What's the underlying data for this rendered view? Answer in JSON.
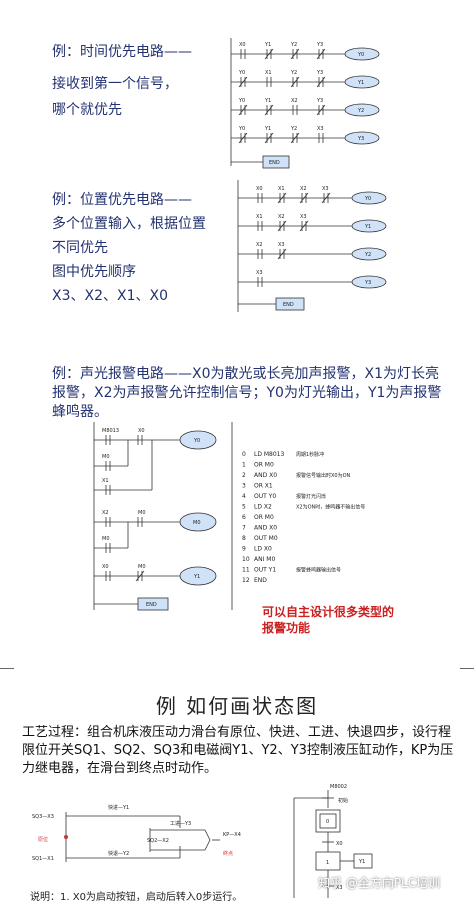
{
  "ex1": {
    "lines": [
      "例：时间优先电路——",
      "接收到第一个信号，",
      "哪个就优先"
    ],
    "rungs": [
      {
        "contacts": [
          "X0",
          "Y1",
          "Y2",
          "Y3"
        ],
        "coil": "Y0"
      },
      {
        "contacts": [
          "Y0",
          "X1",
          "Y2",
          "Y3"
        ],
        "coil": "Y1"
      },
      {
        "contacts": [
          "Y0",
          "Y1",
          "X2",
          "Y3"
        ],
        "coil": "Y2"
      },
      {
        "contacts": [
          "Y0",
          "Y1",
          "Y2",
          "X3"
        ],
        "coil": "Y3"
      }
    ],
    "end": "END"
  },
  "ex2": {
    "lines": [
      "例：位置优先电路——",
      "多个位置输入，根据位置",
      "不同优先",
      "图中优先顺序",
      "X3、X2、X1、X0"
    ],
    "rungs": [
      {
        "contacts": [
          "X0",
          "X1",
          "X2",
          "X3"
        ],
        "coil": "Y0"
      },
      {
        "contacts": [
          "X1",
          "X2",
          "X3"
        ],
        "coil": "Y1"
      },
      {
        "contacts": [
          "X2",
          "X3"
        ],
        "coil": "Y2"
      },
      {
        "contacts": [
          "X3"
        ],
        "coil": "Y3"
      }
    ],
    "end": "END"
  },
  "ex3": {
    "text": "例：声光报警电路——X0为散光或长亮加声报警，X1为灯长亮报警，X2为声报警允许控制信号；Y0为灯光输出，Y1为声报警蜂鸣器。",
    "ladder": {
      "labels": [
        "M8013",
        "X0",
        "Y0",
        "M0",
        "X1",
        "X2",
        "M0",
        "M0",
        "M0",
        "X0",
        "M0",
        "Y1",
        "END"
      ]
    },
    "stl": [
      {
        "no": "0",
        "ins": "LD  M8013",
        "note": "周期1秒脉冲"
      },
      {
        "no": "1",
        "ins": "OR  M0",
        "note": ""
      },
      {
        "no": "2",
        "ins": "AND  X0",
        "note": "报警信号输出时X0为ON"
      },
      {
        "no": "3",
        "ins": "OR  X1",
        "note": ""
      },
      {
        "no": "4",
        "ins": "OUT  Y0",
        "note": "报警灯光闪烁"
      },
      {
        "no": "5",
        "ins": "LD  X2",
        "note": "X2为ON时，蜂鸣器不输出信号"
      },
      {
        "no": "6",
        "ins": "OR  M0",
        "note": ""
      },
      {
        "no": "7",
        "ins": "AND  X0",
        "note": ""
      },
      {
        "no": "8",
        "ins": "OUT  M0",
        "note": ""
      },
      {
        "no": "9",
        "ins": "LD  X0",
        "note": ""
      },
      {
        "no": "10",
        "ins": "ANI  M0",
        "note": ""
      },
      {
        "no": "11",
        "ins": "OUT  Y1",
        "note": "报警蜂鸣器输出信号"
      },
      {
        "no": "12",
        "ins": "END",
        "note": ""
      }
    ],
    "red_note": [
      "可以自主设计很多类型的",
      "报警功能"
    ]
  },
  "ex4": {
    "title": "例  如何画状态图",
    "process": "工艺过程：组合机床液压动力滑台有原位、快进、工进、快退四步，设行程限位开关SQ1、SQ2、SQ3和电磁阀Y1、Y2、Y3控制液压缸动作，KP为压力继电器，在滑台到终点时动作。",
    "diagram_labels": [
      "SQ3—X3",
      "快进—Y1",
      "工进—Y3",
      "SQ2—X2",
      "KP—X4",
      "原位",
      "终点",
      "SQ1—X1",
      "快退—Y2"
    ],
    "sfc_labels": [
      "M8002",
      "初始",
      "0",
      "X0",
      "1",
      "Y1",
      "X3"
    ],
    "bottom_note": "说明：1. X0为启动按钮，启动后转入0步运行。"
  },
  "watermark": "知乎 @全方向PLC培训"
}
